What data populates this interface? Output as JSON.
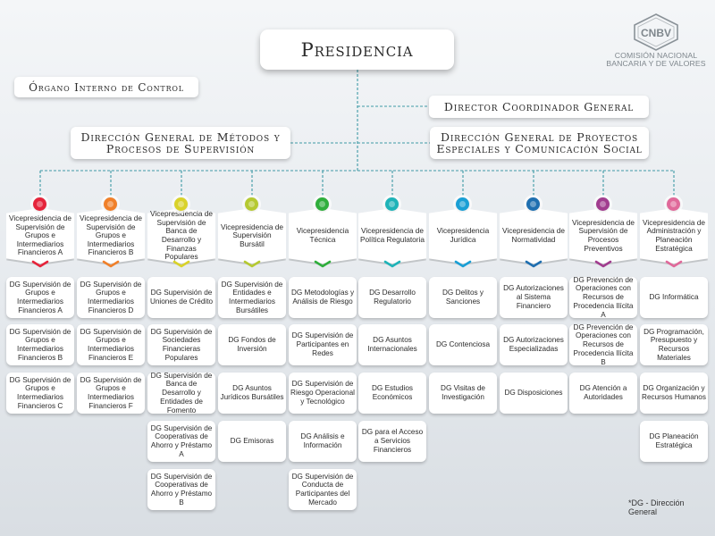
{
  "header": {
    "presidencia": "Presidencia",
    "organo_interno": "Órgano Interno de Control",
    "director_coordinador": "Director Coordinador General",
    "dg_metodos_l1": "Dirección General de Métodos y",
    "dg_metodos_l2": "Procesos de Supervisión",
    "dg_proyectos_l1": "Dirección General de Proyectos",
    "dg_proyectos_l2": "Especiales y Comunicación Social"
  },
  "logo": {
    "abbr": "CNBV",
    "line1": "COMISIÓN NACIONAL",
    "line2": "BANCARIA Y DE VALORES"
  },
  "columns": [
    {
      "vp": "Vicepresidencia de Supervisión de Grupos e Intermediarios Financieros A",
      "color": "#e5243b",
      "dgs": [
        "DG Supervisión de Grupos e Intermediarios Financieros A",
        "DG Supervisión de Grupos e Intermediarios Financieros B",
        "DG Supervisión de Grupos e Intermediarios Financieros C"
      ]
    },
    {
      "vp": "Vicepresidencia de Supervisión de Grupos e Intermediarios Financieros B",
      "color": "#f0802a",
      "dgs": [
        "DG Supervisión de Grupos e Intermediarios Financieros D",
        "DG Supervisión de Grupos e Intermediarios Financieros E",
        "DG Supervisión de Grupos e Intermediarios Financieros F"
      ]
    },
    {
      "vp": "Vicepresidencia de Supervisión de Banca de Desarrollo y Finanzas Populares",
      "color": "#d9d22a",
      "dgs": [
        "DG Supervisión de Uniones de Crédito",
        "DG Supervisión de Sociedades Financieras Populares",
        "DG Supervisión de Banca de Desarrollo y Entidades de Fomento",
        "DG Supervisión de Cooperativas de Ahorro y Préstamo A",
        "DG Supervisión de Cooperativas de Ahorro y Préstamo B"
      ]
    },
    {
      "vp": "Vicepresidencia de Supervisión Bursátil",
      "color": "#b5c932",
      "dgs": [
        "DG Supervisión de Entidades e Intermediarios Bursátiles",
        "DG Fondos de Inversión",
        "DG Asuntos Jurídicos Bursátiles",
        "DG Emisoras"
      ]
    },
    {
      "vp": "Vicepresidencia Técnica",
      "color": "#2fae3c",
      "dgs": [
        "DG Metodologías y Análisis de Riesgo",
        "DG Supervisión de Participantes en Redes",
        "DG Supervisión de Riesgo Operacional y Tecnológico",
        "DG Análisis e Información",
        "DG Supervisión de Conducta de Participantes del Mercado"
      ]
    },
    {
      "vp": "Vicepresidencia de Política Regulatoria",
      "color": "#1fb3b8",
      "dgs": [
        "DG Desarrollo Regulatorio",
        "DG Asuntos Internacionales",
        "DG Estudios Económicos",
        "DG para el Acceso a Servicios Financieros"
      ]
    },
    {
      "vp": "Vicepresidencia Jurídica",
      "color": "#1a9fd5",
      "dgs": [
        "DG Delitos y Sanciones",
        "DG Contenciosa",
        "DG Visitas de Investigación"
      ]
    },
    {
      "vp": "Vicepresidencia de Normatividad",
      "color": "#1f6fb0",
      "dgs": [
        "DG Autorizaciones al Sistema Financiero",
        "DG Autorizaciones Especializadas",
        "DG Disposiciones"
      ]
    },
    {
      "vp": "Vicepresidencia de Supervisión de Procesos Preventivos",
      "color": "#a13d8f",
      "dgs": [
        "DG Prevención de Operaciones con Recursos de Procedencia Ilícita A",
        "DG Prevención de Operaciones con Recursos de Procedencia Ilícita B",
        "DG Atención a Autoridades"
      ]
    },
    {
      "vp": "Vicepresidencia de Administración y Planeación Estratégica",
      "color": "#e0699a",
      "dgs": [
        "DG Informática",
        "DG Programación, Presupuesto y Recursos Materiales",
        "DG Organización y Recursos Humanos",
        "DG Planeación Estratégica"
      ]
    }
  ],
  "footnote": "*DG - Dirección General",
  "line_color": "#3f9aa6"
}
